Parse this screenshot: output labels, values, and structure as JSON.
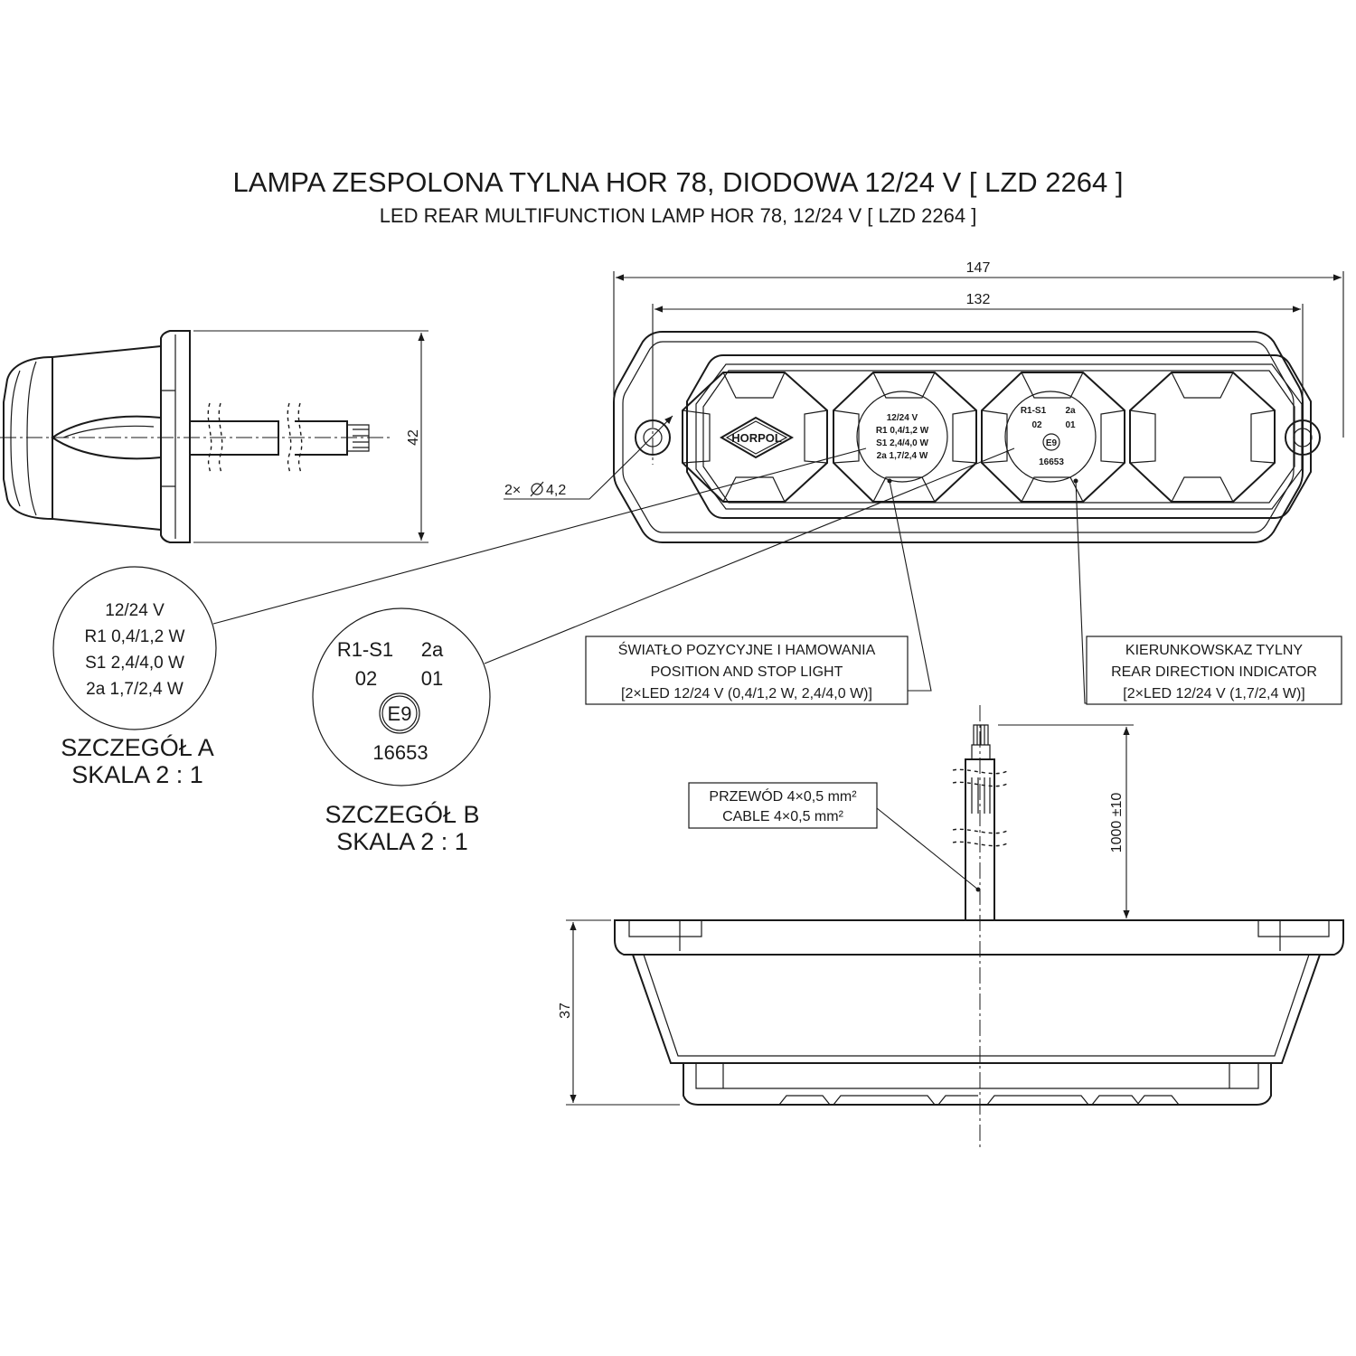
{
  "title": {
    "main": "LAMPA ZESPOLONA TYLNA HOR 78, DIODOWA 12/24 V [ LZD 2264 ]",
    "sub": "LED REAR MULTIFUNCTION LAMP HOR 78, 12/24 V [ LZD 2264 ]"
  },
  "dimensions": {
    "overall_width": "147",
    "hole_spacing": "132",
    "height": "42",
    "depth": "37",
    "cable_length": "1000 ±10",
    "holes": "2×",
    "hole_dia": "4,2"
  },
  "lens_labels": {
    "a": [
      "12/24 V",
      "R1 0,4/1,2 W",
      "S1 2,4/4,0 W",
      "2a 1,7/2,4 W"
    ],
    "b_row1": [
      "R1-S1",
      "2a"
    ],
    "b_row2": [
      "02",
      "01"
    ],
    "b_mark": "E9",
    "b_number": "16653",
    "logo": "HORPOL"
  },
  "detail_a": {
    "lines": [
      "12/24 V",
      "R1 0,4/1,2 W",
      "S1 2,4/4,0 W",
      "2a 1,7/2,4 W"
    ],
    "caption1": "SZCZEGÓŁ A",
    "caption2": "SKALA 2 : 1"
  },
  "detail_b": {
    "row1": [
      "R1-S1",
      "2a"
    ],
    "row2": [
      "02",
      "01"
    ],
    "mark": "E9",
    "number": "16653",
    "caption1": "SZCZEGÓŁ B",
    "caption2": "SKALA 2 : 1"
  },
  "callouts": {
    "position": [
      "ŚWIATŁO POZYCYJNE I HAMOWANIA",
      "POSITION AND STOP LIGHT",
      "[2×LED 12/24 V (0,4/1,2 W, 2,4/4,0 W)]"
    ],
    "indicator": [
      "KIERUNKOWSKAZ TYLNY",
      "REAR DIRECTION INDICATOR",
      "[2×LED 12/24 V (1,7/2,4 W)]"
    ],
    "cable": [
      "PRZEWÓD 4×0,5 mm²",
      "CABLE 4×0,5 mm²"
    ]
  }
}
